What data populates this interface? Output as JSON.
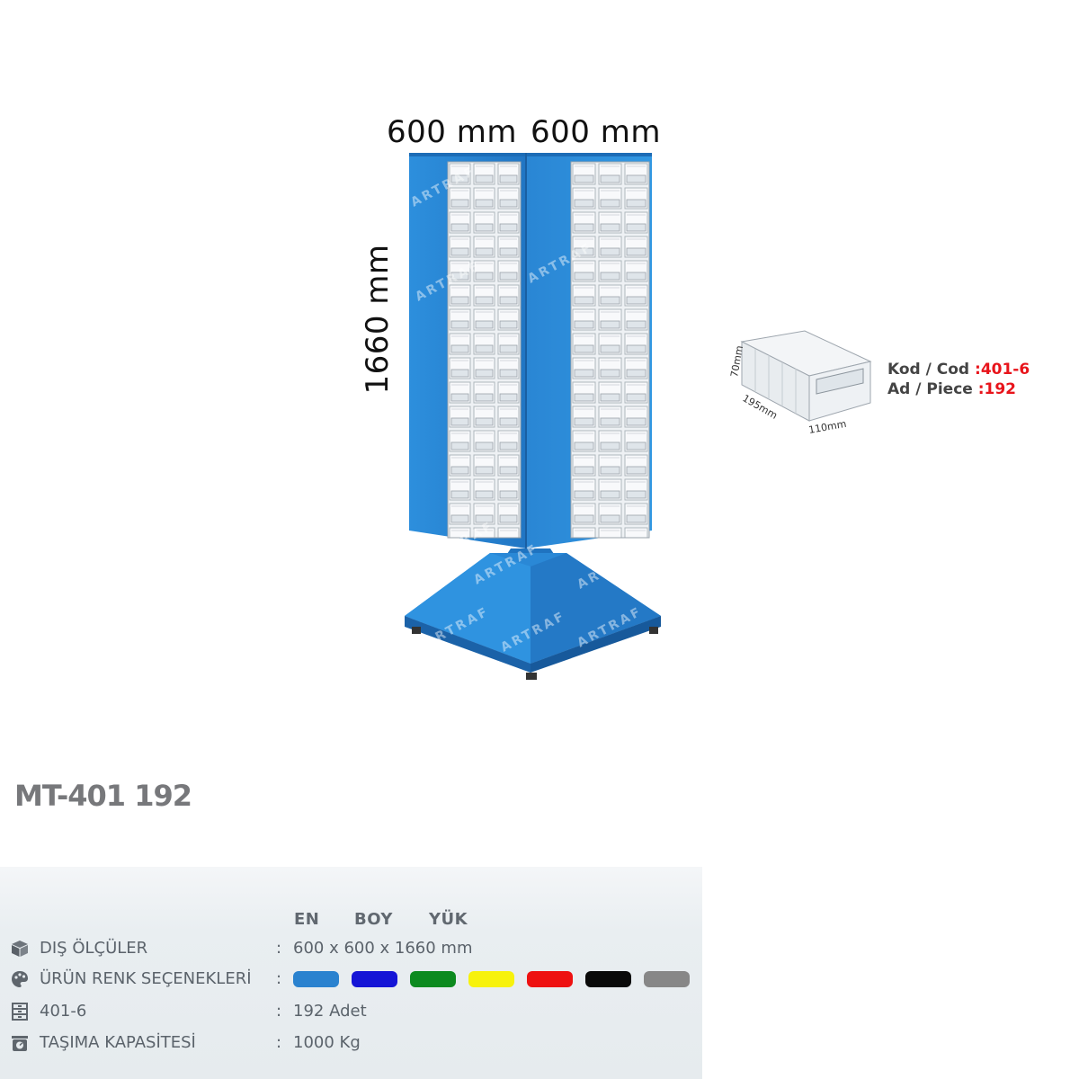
{
  "dimensions": {
    "width_1": "600 mm",
    "width_2": "600 mm",
    "height": "1660 mm"
  },
  "product_image": {
    "brand_watermark": "ARTRAF",
    "body_color": "#2a8ad8"
  },
  "bin": {
    "height_label": "70mm",
    "depth_label": "195mm",
    "width_label": "110mm",
    "code_label": "Kod / Cod",
    "code_value": ":401-6",
    "piece_label": "Ad / Piece",
    "piece_value": ":192"
  },
  "model": {
    "title": "MT-401 192"
  },
  "specs": {
    "column_headers": [
      "EN",
      "BOY",
      "YÜK"
    ],
    "rows": [
      {
        "icon": "cube-icon",
        "label": "DIŞ ÖLÇÜLER",
        "colon": ":",
        "value": "600 x 600 x 1660 mm"
      },
      {
        "icon": "palette-icon",
        "label": "ÜRÜN RENK SEÇENEKLERİ",
        "colon": ":"
      },
      {
        "icon": "drawer-icon",
        "label": "401-6",
        "colon": ":",
        "value": "192 Adet"
      },
      {
        "icon": "weight-icon",
        "label": "TAŞIMA KAPASİTESİ",
        "colon": ":",
        "value": "1000 Kg"
      }
    ],
    "color_options": [
      "#2a82cf",
      "#1515d6",
      "#0c8a1f",
      "#f7f20c",
      "#ee1111",
      "#0a0a0a",
      "#878787"
    ]
  }
}
